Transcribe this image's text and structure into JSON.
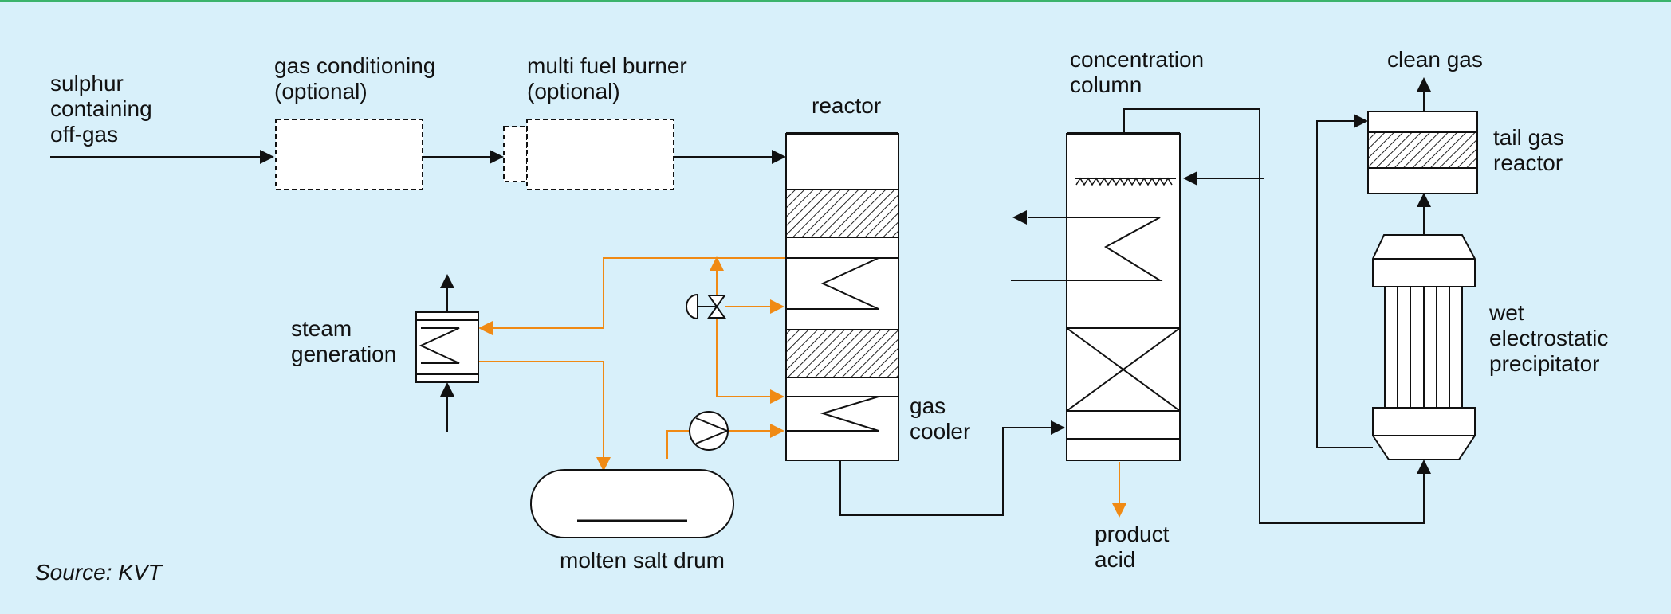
{
  "labels": {
    "sulphur_gas": [
      "sulphur",
      "containing",
      "off-gas"
    ],
    "gas_conditioning": [
      "gas conditioning",
      "(optional)"
    ],
    "multi_fuel_burner": [
      "multi fuel burner",
      "(optional)"
    ],
    "reactor": "reactor",
    "concentration_column": [
      "concentration",
      "column"
    ],
    "clean_gas": "clean gas",
    "tail_gas_reactor": [
      "tail gas",
      "reactor"
    ],
    "wesp": [
      "wet",
      "electrostatic",
      "precipitator"
    ],
    "steam_generation": [
      "steam",
      "generation"
    ],
    "gas_cooler": [
      "gas",
      "cooler"
    ],
    "molten_salt_drum": "molten salt drum",
    "product_acid": [
      "product",
      "acid"
    ],
    "source": "Source: KVT"
  },
  "colors": {
    "background": "#d8f0fa",
    "line": "#111111",
    "salt_circuit": "#f08a14"
  }
}
